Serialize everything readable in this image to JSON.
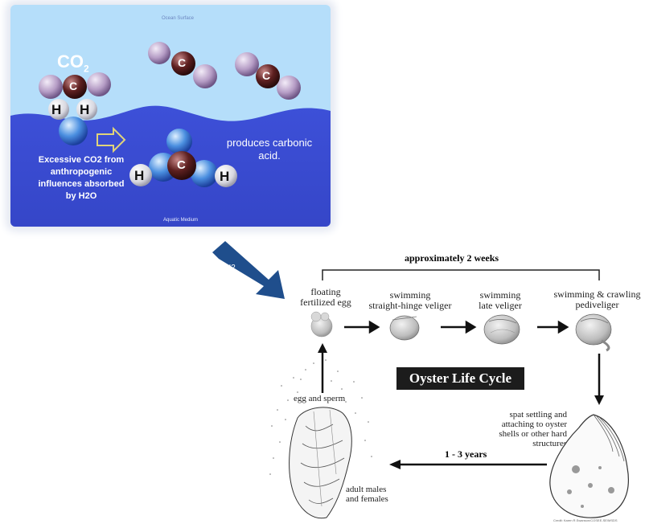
{
  "co2_panel": {
    "co2_label": "CO",
    "co2_subscript": "2",
    "carbon_letter": "C",
    "hydrogen_letter": "H",
    "absorbed_text": [
      "Excessive CO2 from",
      "anthropogenic",
      "influences  absorbed",
      "by  H2O"
    ],
    "product_text": [
      "produces carbonic",
      "acid."
    ],
    "top_caption": "Ocean Surface",
    "bottom_caption": "Aquatic Medium",
    "colors": {
      "sky": "#b5defa",
      "water": "#3c4fd6",
      "carbon": "#5e2020",
      "oxygen": "#b59cc5",
      "hydrogen": "#4b8fe0"
    }
  },
  "big_arrow": {
    "line1": "H2",
    "line2": "CO",
    "color": "#1f4e8c"
  },
  "oyster_cycle": {
    "title": "Oyster Life Cycle",
    "duration_top": "approximately 2 weeks",
    "duration_bottom": "1 - 3 years",
    "stages": {
      "egg": [
        "floating",
        "fertilized egg"
      ],
      "straight_hinge": [
        "swimming",
        "straight-hinge veliger"
      ],
      "late_veliger": [
        "swimming",
        "late veliger"
      ],
      "pediveliger": [
        "swimming & crawling",
        "pediveliger"
      ]
    },
    "spat_text": [
      "spat settling and",
      "attaching to oyster",
      "shells or other hard",
      "structures"
    ],
    "adults_text": [
      "adult males",
      "and females"
    ],
    "egg_sperm_text": "egg and sperm",
    "credit": "Credit: Karen R.Swanson/COSEE-SE/MSDS"
  }
}
